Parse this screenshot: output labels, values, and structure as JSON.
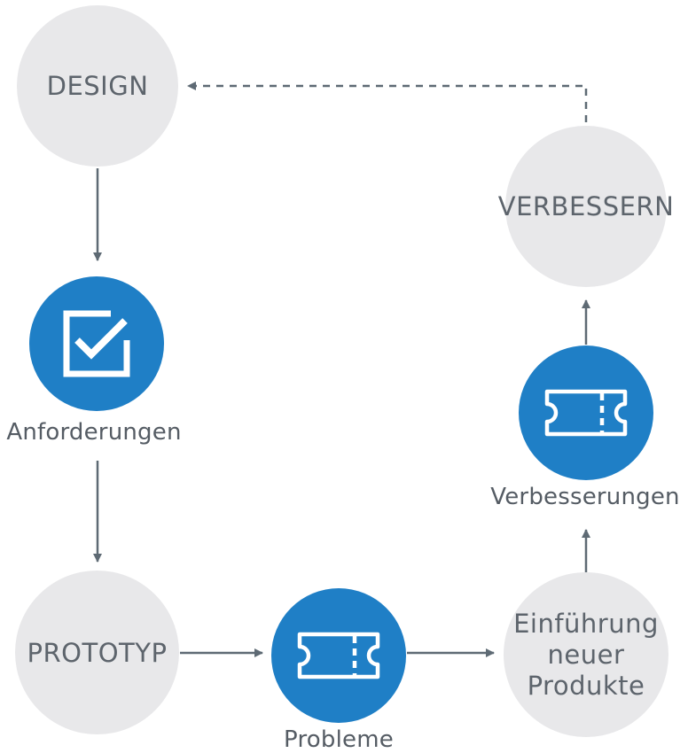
{
  "nodes": {
    "design": "DESIGN",
    "anforderungen": "Anforderungen",
    "prototyp": "PROTOTYP",
    "probleme": "Probleme",
    "einfuehrung": [
      "Einführung",
      "neuer",
      "Produkte"
    ],
    "verbesserungen": "Verbesserungen",
    "verbessern": "VERBESSERN"
  },
  "icons": {
    "anforderungen": "checkbox-icon",
    "probleme": "ticket-icon",
    "verbesserungen": "ticket-icon"
  },
  "colors": {
    "grey_circle": "#e8e8ea",
    "blue_circle": "#1f7fc6",
    "arrow": "#5e6a74",
    "text": "#5d646c"
  }
}
